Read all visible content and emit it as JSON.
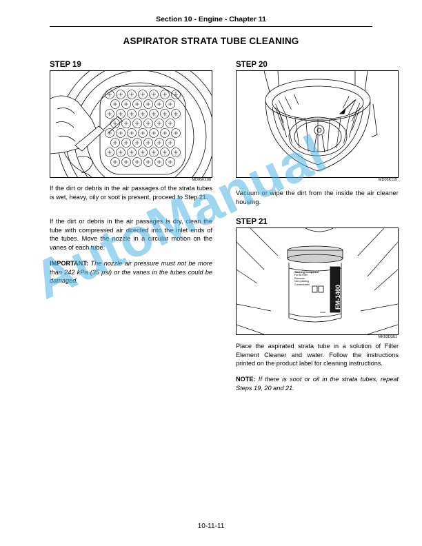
{
  "header": {
    "section": "Section 10 - Engine - Chapter 11"
  },
  "title": "ASPIRATOR STRATA TUBE CLEANING",
  "step19": {
    "label": "STEP  19",
    "fig_code": "MD05K100",
    "para1": "If the dirt or debris in the air passages of the strata tubes is wet, heavy, oily or soot is present, proceed to Step 21.",
    "para2": "If the dirt or debris in the air passages is dry, clean the tube with compressed air directed into the inlet ends of the tubes. Move the nozzle in a circular motion on the vanes of each tube.",
    "important_label": "IMPORTANT:",
    "important_text": "The nozzle air pressure must not be more than 242 kPa (35 psi) or the vanes in the tubes could be damaged."
  },
  "step20": {
    "label": "STEP  20",
    "fig_code": "MD05K115",
    "para": "Vacuum or wipe the dirt from the inside the air cleaner housing."
  },
  "step21": {
    "label": "STEP  21",
    "fig_code": "MK02D361",
    "jar_label_title": "Washing Compound",
    "jar_label_lines": [
      "For All Filter",
      "Elements",
      "Non polluting",
      "Concentrated",
      "CASE"
    ],
    "jar_brand": "FM-1400",
    "para": "Place the aspirated strata tube in a solution of Filter Element Cleaner and water. Follow the instructions printed on the product label for cleaning instructions.",
    "note_label": "NOTE:",
    "note_text": "If there is soot or oil in the strata tubes, repeat Steps 19, 20 and 21."
  },
  "watermark": "AutoManual",
  "footer": {
    "page": "10-11-11"
  }
}
